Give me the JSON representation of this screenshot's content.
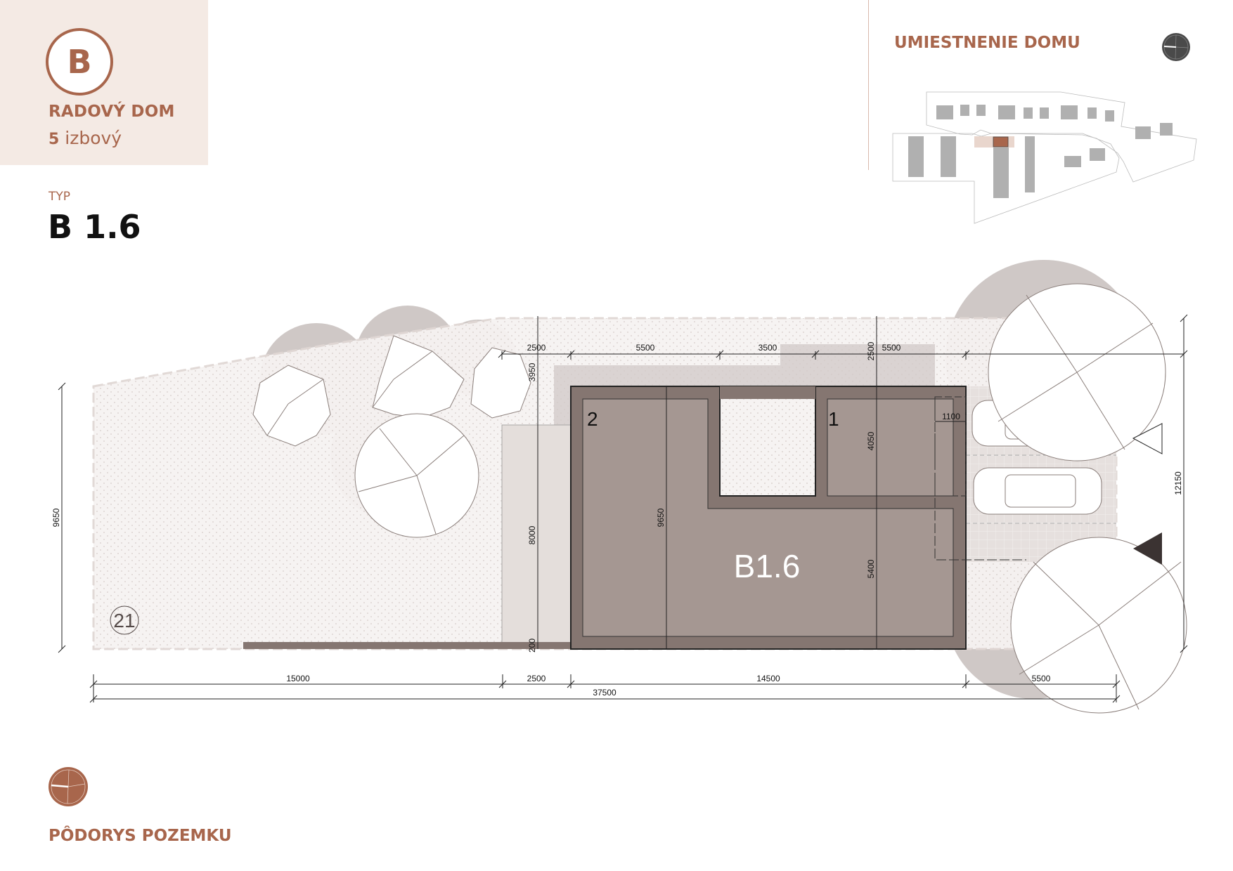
{
  "header": {
    "badge_letter": "B",
    "house_type": "RADOVÝ DOM",
    "rooms_count": "5",
    "rooms_label": "izbový",
    "typ_label": "TYP",
    "typ_value": "B 1.6"
  },
  "location": {
    "title": "UMIESTNENIE DOMU"
  },
  "plan": {
    "title": "PÔDORYS POZEMKU",
    "building_label": "B1.6",
    "plot_number": "21",
    "entrance_1": "1",
    "entrance_2": "2",
    "dims": {
      "top": [
        "2500",
        "5500",
        "3500",
        "5500"
      ],
      "top_vertical_left": "3950",
      "top_vertical_right": "2500",
      "inner_1100": "1100",
      "inner_4050": "4050",
      "inner_5400": "5400",
      "inner_9650": "9650",
      "terrace_8000": "8000",
      "small_200": "200",
      "left_9650": "9650",
      "right_12150": "12150",
      "bottom": [
        "15000",
        "2500",
        "14500",
        "5500"
      ],
      "bottom_total": "37500"
    }
  },
  "colors": {
    "accent": "#a8664c",
    "panel_bg": "#f4eae4",
    "building": "#a59792",
    "building_wall": "#857671",
    "compass_dark": "#4a4a4a"
  }
}
